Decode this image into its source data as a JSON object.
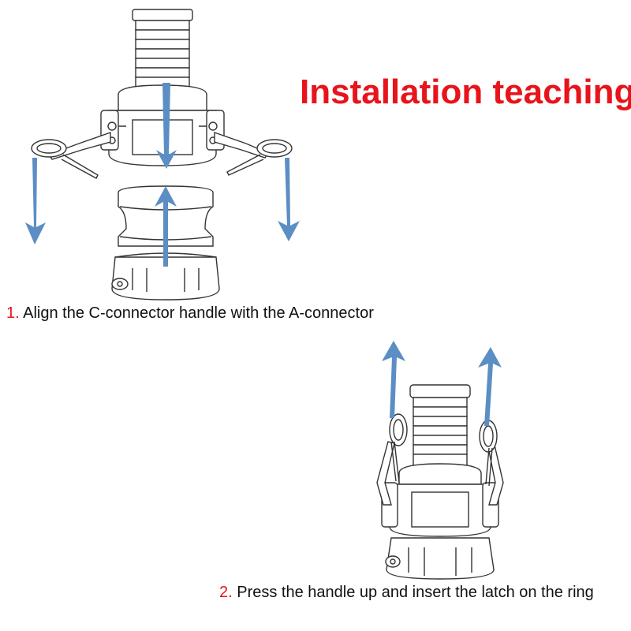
{
  "title": "Installation teaching",
  "steps": [
    {
      "number": "1.",
      "text": "Align the C-connector handle with the A-connector"
    },
    {
      "number": "2.",
      "text": "Press the handle up and insert the latch on the ring"
    }
  ],
  "colors": {
    "title": "#e8141b",
    "step_number": "#e8141b",
    "arrow": "#5b8ec4",
    "line": "#333333"
  }
}
